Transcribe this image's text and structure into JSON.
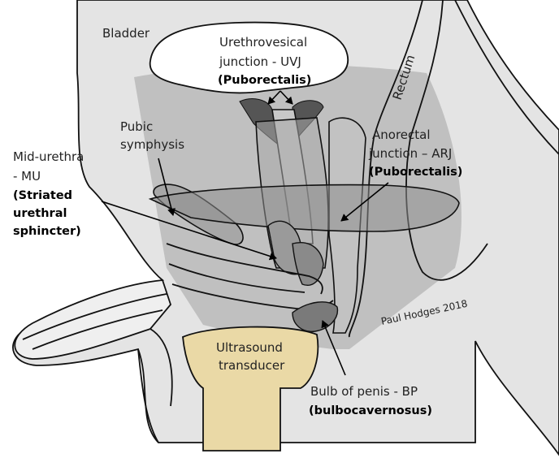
{
  "labels": {
    "bladder": "Bladder",
    "uvj_line1": "Urethrovesical",
    "uvj_line2": "junction - UVJ",
    "uvj_muscle": "(Puborectalis)",
    "rectum": "Rectum",
    "pubic_line1": "Pubic",
    "pubic_line2": "symphysis",
    "mu_line1": "Mid-urethra",
    "mu_line2": "- MU",
    "mu_muscle1": "(Striated",
    "mu_muscle2": "urethral",
    "mu_muscle3": "sphincter)",
    "arj_line1": "Anorectal",
    "arj_line2": "junction – ARJ",
    "arj_muscle": "(Puborectalis)",
    "signature": "Paul Hodges 2018",
    "transducer_line1": "Ultrasound",
    "transducer_line2": "transducer",
    "bp_line1": "Bulb of penis - BP",
    "bp_muscle": "(bulbocavernosus)"
  },
  "colors": {
    "body": "#e4e4e4",
    "field": "#b4b4b4",
    "muscle_dark": "#555555",
    "transducer": "#ead9a6",
    "outline": "#111111"
  }
}
